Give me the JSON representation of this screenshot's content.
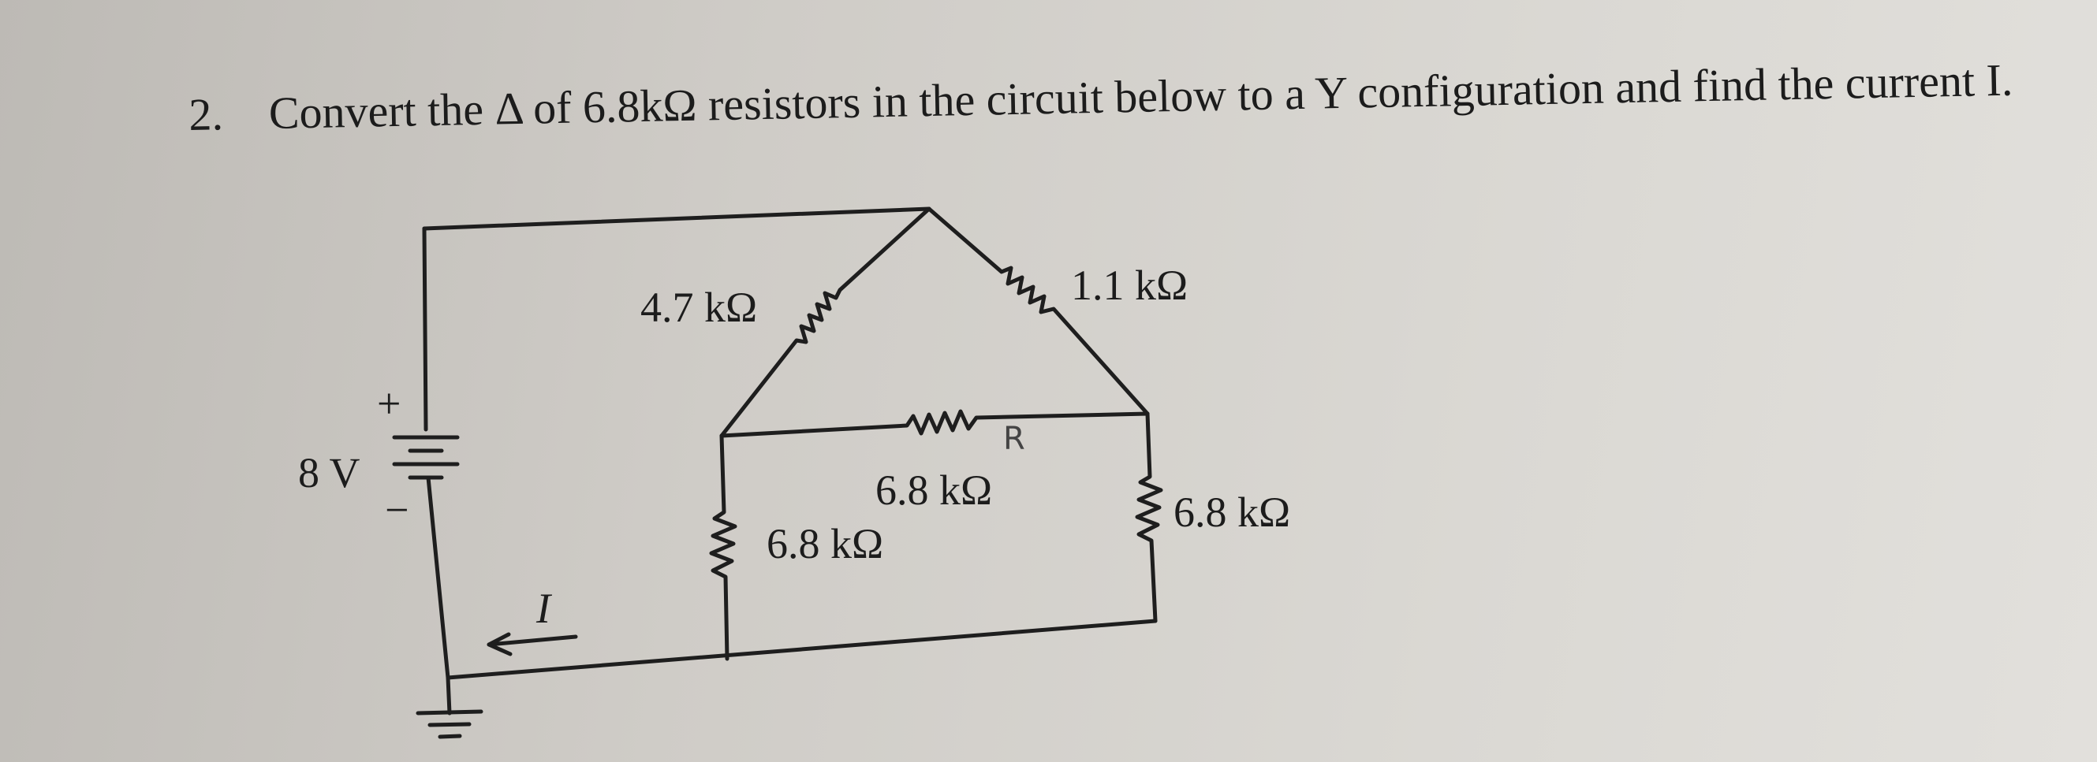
{
  "problem": {
    "number": "2.",
    "text": "Convert the Δ of 6.8kΩ resistors in the circuit below to a Y configuration and find the current I."
  },
  "circuit": {
    "source": {
      "label": "8 V",
      "plus": "+",
      "minus": "−"
    },
    "current_label": "I",
    "resistors": {
      "r_top_left": "4.7 kΩ",
      "r_top_right": "1.1 kΩ",
      "r_middle": "6.8 kΩ",
      "r_left_vertical": "6.8 kΩ",
      "r_right_vertical": "6.8 kΩ"
    },
    "handwritten_mark": "R"
  }
}
